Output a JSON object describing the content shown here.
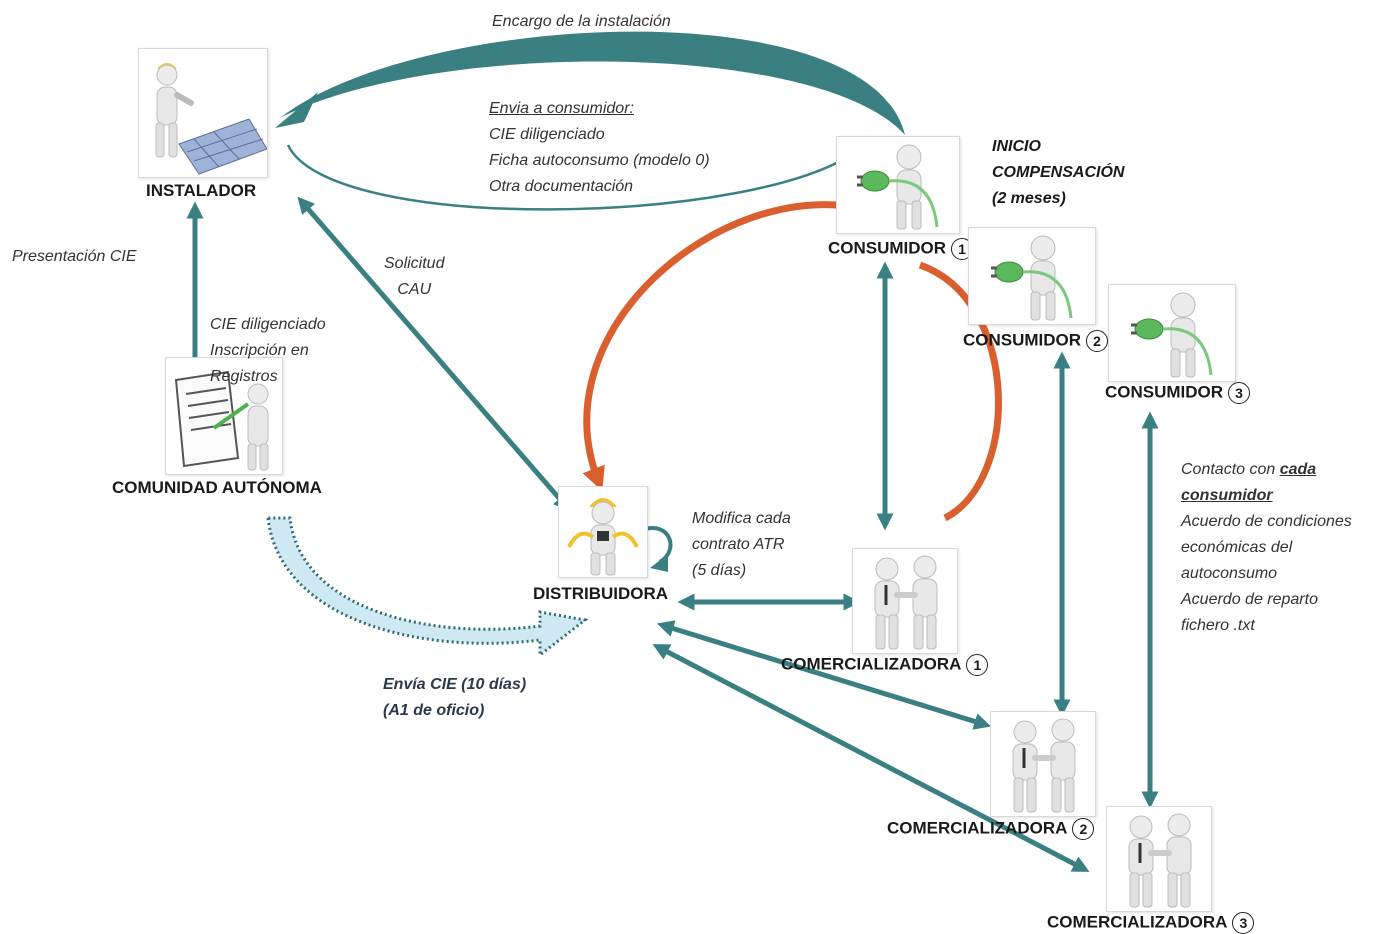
{
  "nodes": {
    "instalador": "INSTALADOR",
    "comunidad": "COMUNIDAD AUTÓNOMA",
    "distribuidora": "DISTRIBUIDORA",
    "consumidor": "CONSUMIDOR",
    "comercializadora": "COMERCIALIZADORA",
    "numbers": [
      "1",
      "2",
      "3"
    ]
  },
  "notes": {
    "encargo": "Encargo de la instalación",
    "envia_title": "Envia a consumidor:",
    "envia_lines": [
      "CIE diligenciado",
      "Ficha autoconsumo (modelo 0)",
      "Otra documentación"
    ],
    "inicio": [
      "INICIO",
      "COMPENSACIÓN",
      "(2 meses)"
    ],
    "presentacion": "Presentación CIE",
    "cie_registro": [
      "CIE diligenciado",
      "Inscripción en",
      "Registros"
    ],
    "solicitud": [
      "Solicitud",
      "CAU"
    ],
    "modifica": [
      "Modifica cada",
      "contrato ATR",
      "(5 días)"
    ],
    "envia_cie": [
      "Envía CIE  (10 días)",
      "(A1 de oficio)"
    ],
    "contacto_prefix": "Contacto con ",
    "contacto_underlined": "cada",
    "contacto_consumidor": "consumidor",
    "contacto_lines": [
      "Acuerdo de condiciones",
      "económicas del",
      "autoconsumo",
      "Acuerdo de reparto",
      "fichero .txt"
    ]
  },
  "colors": {
    "teal": "#3a7f82",
    "orange": "#d9602e",
    "dotted_fill": "#cfe9f3",
    "dotted_stroke": "#2f6b78"
  }
}
